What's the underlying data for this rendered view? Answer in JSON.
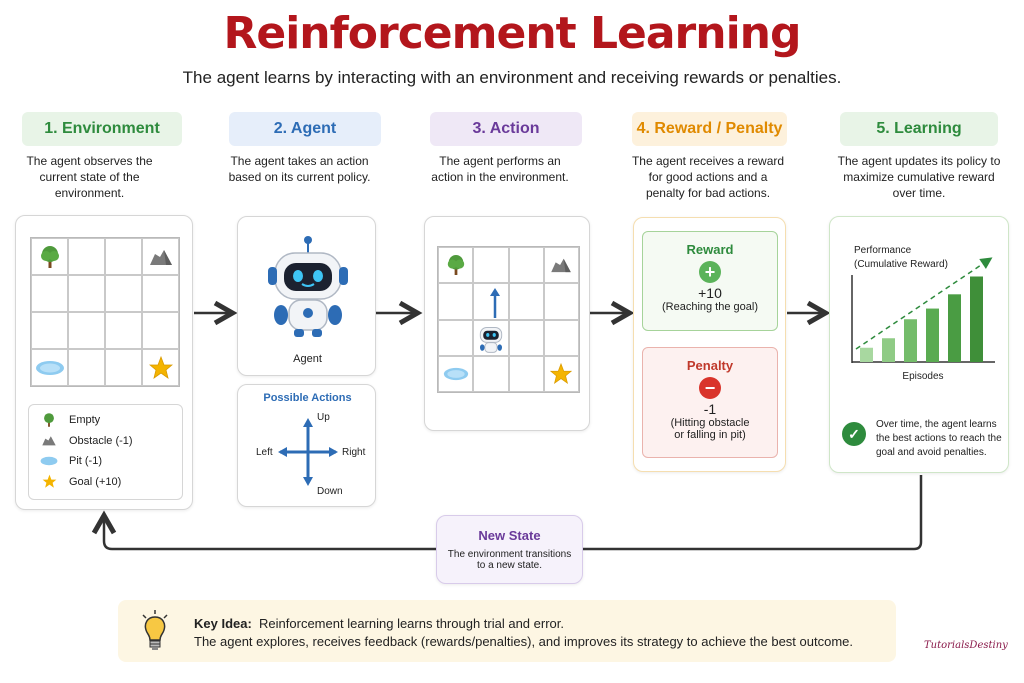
{
  "title": "Reinforcement Learning",
  "subtitle": "The agent learns by interacting with an environment and receiving rewards or penalties.",
  "colors": {
    "title": "#b3161c",
    "env": "#2e8b3d",
    "agent": "#2d6cb5",
    "action": "#6a3a9a",
    "reward": "#e08a00",
    "learning": "#2e8b3d",
    "penalty": "#c0392b"
  },
  "steps": [
    {
      "label": "1. Environment",
      "desc": "The agent observes the current state of the environment."
    },
    {
      "label": "2. Agent",
      "desc": "The agent takes an action based on its current policy."
    },
    {
      "label": "3. Action",
      "desc": "The agent performs an action in the environment."
    },
    {
      "label": "4. Reward / Penalty",
      "desc": "The agent receives a reward for good actions and a penalty for bad actions."
    },
    {
      "label": "5. Learning",
      "desc": "The agent updates its policy to maximize cumulative reward over time."
    }
  ],
  "legend": [
    {
      "icon": "tree-icon",
      "label": "Empty"
    },
    {
      "icon": "rock-icon",
      "label": "Obstacle (-1)"
    },
    {
      "icon": "pit-icon",
      "label": "Pit (-1)"
    },
    {
      "icon": "star-icon",
      "label": "Goal (+10)"
    }
  ],
  "agent": {
    "label": "Agent",
    "actions_title": "Possible Actions",
    "up": "Up",
    "down": "Down",
    "left": "Left",
    "right": "Right"
  },
  "reward": {
    "title": "Reward",
    "value": "+10",
    "note": "(Reaching the goal)"
  },
  "penalty": {
    "title": "Penalty",
    "value": "-1",
    "note_1": "(Hitting obstacle",
    "note_2": "or falling in pit)"
  },
  "learning": {
    "chart_label_1": "Performance",
    "chart_label_2": "(Cumulative Reward)",
    "xlabel": "Episodes",
    "note": "Over time, the agent learns the best actions to reach the goal and avoid penalties."
  },
  "chart_data": {
    "type": "bar",
    "title": "",
    "xlabel": "Episodes",
    "ylabel": "Performance (Cumulative Reward)",
    "values": [
      1.2,
      2.0,
      3.6,
      4.5,
      5.7,
      7.2
    ],
    "trend": "increasing dashed arrow"
  },
  "new_state": {
    "title": "New State",
    "desc_1": "The environment transitions",
    "desc_2": "to a new state."
  },
  "key_idea": {
    "label": "Key Idea:",
    "line1": "Reinforcement learning learns through trial and error.",
    "line2": "The agent explores, receives feedback (rewards/penalties), and improves its strategy to achieve the best outcome."
  },
  "brand": "TutorialsDestiny"
}
